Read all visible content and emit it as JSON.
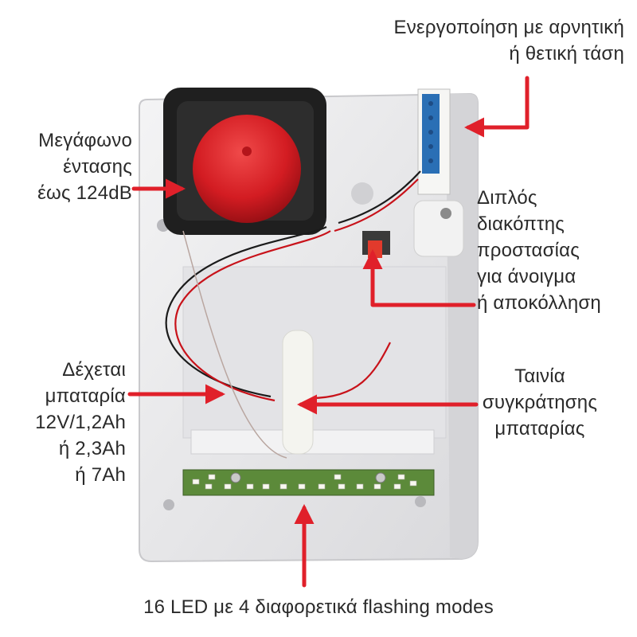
{
  "labels": {
    "activation": {
      "lines": [
        "Ενεργοποίηση με αρνητική",
        "ή θετική τάση"
      ]
    },
    "speaker": {
      "lines": [
        "Μεγάφωνο",
        "έντασης",
        "έως 124dB"
      ]
    },
    "tamper": {
      "lines": [
        "Διπλός",
        "διακόπτης",
        "προστασίας",
        "για άνοιγμα",
        "ή αποκόλληση"
      ]
    },
    "battery": {
      "lines": [
        "Δέχεται",
        "μπαταρία",
        "12V/1,2Ah",
        "ή 2,3Ah",
        "ή 7Ah"
      ]
    },
    "strap": {
      "lines": [
        "Ταινία",
        "συγκράτησης",
        "μπαταρίας"
      ]
    },
    "leds": {
      "text": "16 LED με 4 διαφορετικά flashing modes"
    }
  },
  "colors": {
    "arrow": "#e0202a",
    "housing": "#ececed",
    "speaker_dome": "#d81e25",
    "terminal_block": "#2a6fb5",
    "led_board": "#5c8a3a"
  }
}
